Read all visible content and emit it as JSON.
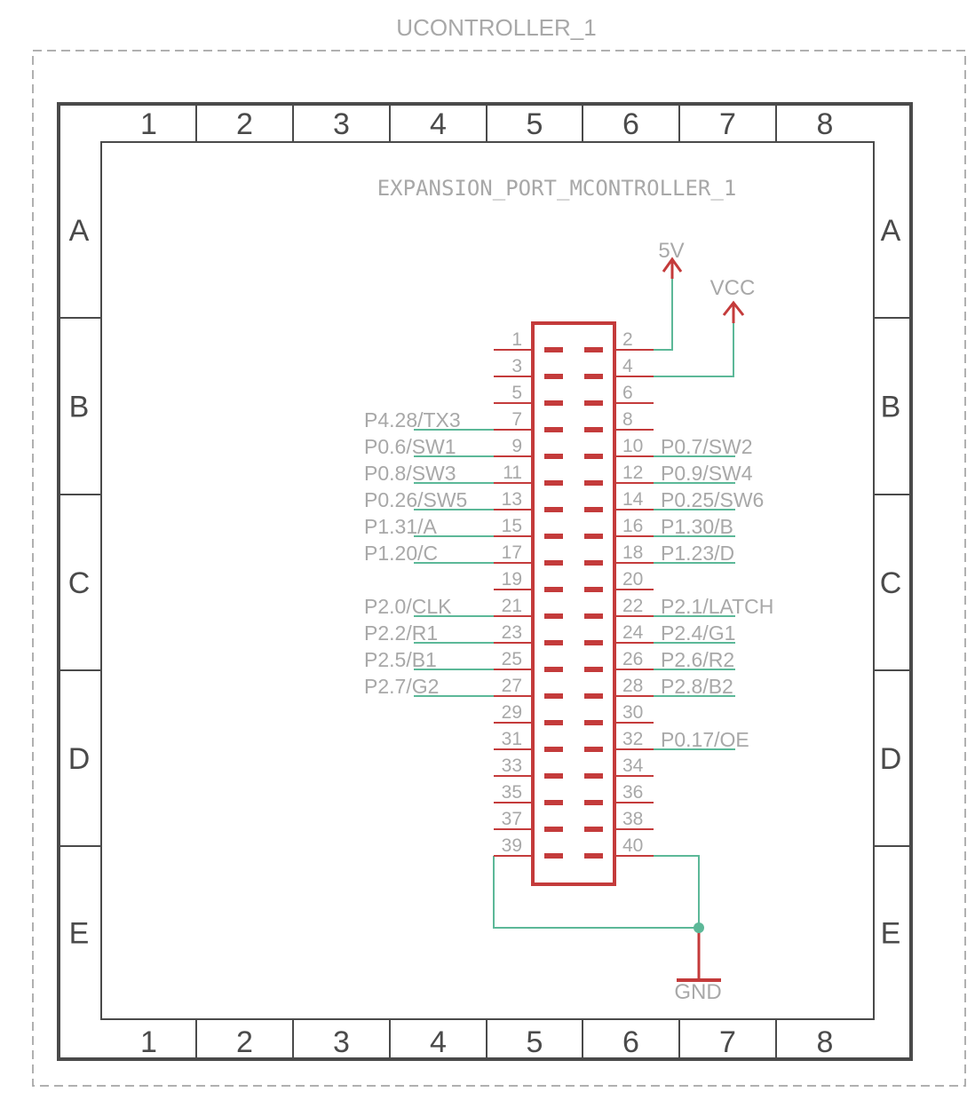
{
  "sheet": {
    "outer_title": "UCONTROLLER_1",
    "columns": [
      "1",
      "2",
      "3",
      "4",
      "5",
      "6",
      "7",
      "8"
    ],
    "rows": [
      "A",
      "B",
      "C",
      "D",
      "E"
    ]
  },
  "part": {
    "name": "EXPANSION_PORT_MCONTROLLER_1",
    "pins_left": [
      "1",
      "3",
      "5",
      "7",
      "9",
      "11",
      "13",
      "15",
      "17",
      "19",
      "21",
      "23",
      "25",
      "27",
      "29",
      "31",
      "33",
      "35",
      "37",
      "39"
    ],
    "pins_right": [
      "2",
      "4",
      "6",
      "8",
      "10",
      "12",
      "14",
      "16",
      "18",
      "20",
      "22",
      "24",
      "26",
      "28",
      "30",
      "32",
      "34",
      "36",
      "38",
      "40"
    ]
  },
  "nets_left": [
    {
      "pin": "7",
      "label": "P4.28/TX3"
    },
    {
      "pin": "9",
      "label": "P0.6/SW1"
    },
    {
      "pin": "11",
      "label": "P0.8/SW3"
    },
    {
      "pin": "13",
      "label": "P0.26/SW5"
    },
    {
      "pin": "15",
      "label": "P1.31/A"
    },
    {
      "pin": "17",
      "label": "P1.20/C"
    },
    {
      "pin": "21",
      "label": "P2.0/CLK"
    },
    {
      "pin": "23",
      "label": "P2.2/R1"
    },
    {
      "pin": "25",
      "label": "P2.5/B1"
    },
    {
      "pin": "27",
      "label": "P2.7/G2"
    }
  ],
  "nets_right": [
    {
      "pin": "10",
      "label": "P0.7/SW2"
    },
    {
      "pin": "12",
      "label": "P0.9/SW4"
    },
    {
      "pin": "14",
      "label": "P0.25/SW6"
    },
    {
      "pin": "16",
      "label": "P1.30/B"
    },
    {
      "pin": "18",
      "label": "P1.23/D"
    },
    {
      "pin": "22",
      "label": "P2.1/LATCH"
    },
    {
      "pin": "24",
      "label": "P2.4/G1"
    },
    {
      "pin": "26",
      "label": "P2.6/R2"
    },
    {
      "pin": "28",
      "label": "P2.8/B2"
    },
    {
      "pin": "32",
      "label": "P0.17/OE"
    }
  ],
  "power": {
    "5v": "5V",
    "vcc": "VCC",
    "gnd": "GND"
  },
  "colors": {
    "part": "#c43b3b",
    "wire": "#5cb898",
    "label": "#a8a8a8",
    "frame": "#4a4a4a",
    "dashed": "#b0b0b0"
  }
}
